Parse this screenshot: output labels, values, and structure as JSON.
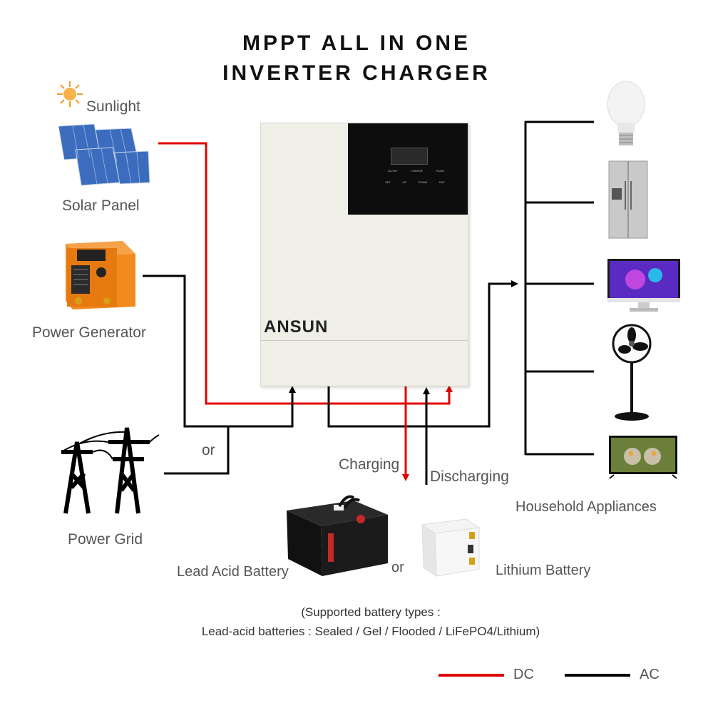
{
  "title": {
    "line1": "MPPT ALL IN ONE",
    "line2": "INVERTER CHARGER"
  },
  "sources": {
    "sunlight": "Sunlight",
    "solar_panel": "Solar Panel",
    "power_generator": "Power Generator",
    "power_grid": "Power Grid",
    "or": "or"
  },
  "inverter": {
    "brand": "ANSUN",
    "led_labels": [
      "AC/INV",
      "CHARGE",
      "FAULT"
    ],
    "button_labels": [
      "SET",
      "UP",
      "DOWN",
      "ENT"
    ]
  },
  "flow": {
    "charging": "Charging",
    "discharging": "Discharging"
  },
  "batteries": {
    "lead_acid": "Lead Acid Battery",
    "or": "or",
    "lithium": "Lithium Battery"
  },
  "appliances": {
    "label": "Household Appliances",
    "items": [
      "light-bulb",
      "refrigerator",
      "computer-monitor",
      "standing-fan",
      "television"
    ]
  },
  "note": {
    "line1": "(Supported battery types :",
    "line2": "Lead-acid batteries : Sealed / Gel / Flooded / LiFePO4/Lithium)"
  },
  "legend": {
    "dc": {
      "label": "DC",
      "color": "#e00000"
    },
    "ac": {
      "label": "AC",
      "color": "#000000"
    }
  }
}
